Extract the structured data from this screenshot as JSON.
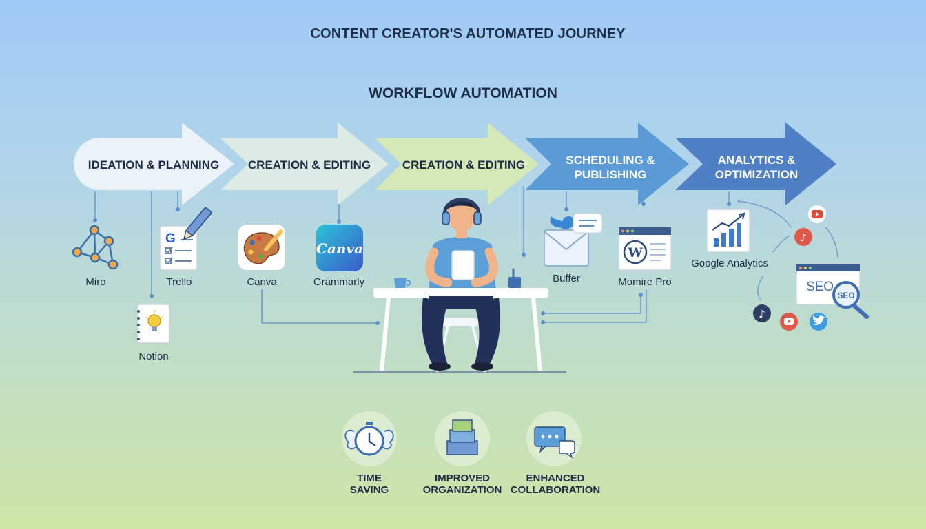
{
  "header": {
    "title": "CONTENT CREATOR'S AUTOMATED JOURNEY",
    "subtitle": "WORKFLOW AUTOMATION"
  },
  "stages": [
    {
      "label": "IDEATION & PLANNING"
    },
    {
      "label": "CREATION & EDITING"
    },
    {
      "label": "CREATION & EDITING"
    },
    {
      "label": "SCHEDULING &\nPUBLISHING"
    },
    {
      "label": "ANALYTICS &\nOPTIMIZATION"
    }
  ],
  "tools": {
    "miro": "Miro",
    "trello": "Trello",
    "notion": "Notion",
    "canva_palette": "Canva",
    "grammarly": "Grammarly",
    "canva_logo_text": "Canva",
    "buffer": "Buffer",
    "wordpress": "Momire Pro",
    "google_analytics": "Google Analytics",
    "seo_text": "SEO",
    "seo_lens_text": "SEO"
  },
  "benefits": [
    {
      "label": "TIME\nSAVING"
    },
    {
      "label": "IMPROVED\nORGANIZATION"
    },
    {
      "label": "ENHANCED\nCOLLABORATION"
    }
  ],
  "colors": {
    "arrow_1": "#ecf2f9",
    "arrow_2": "#dcebe4",
    "arrow_3": "#d4e8b8",
    "arrow_4": "#5a9ad6",
    "arrow_5": "#4f7fc4",
    "line": "#6f9ccd",
    "text_dark": "#1e2d47"
  }
}
